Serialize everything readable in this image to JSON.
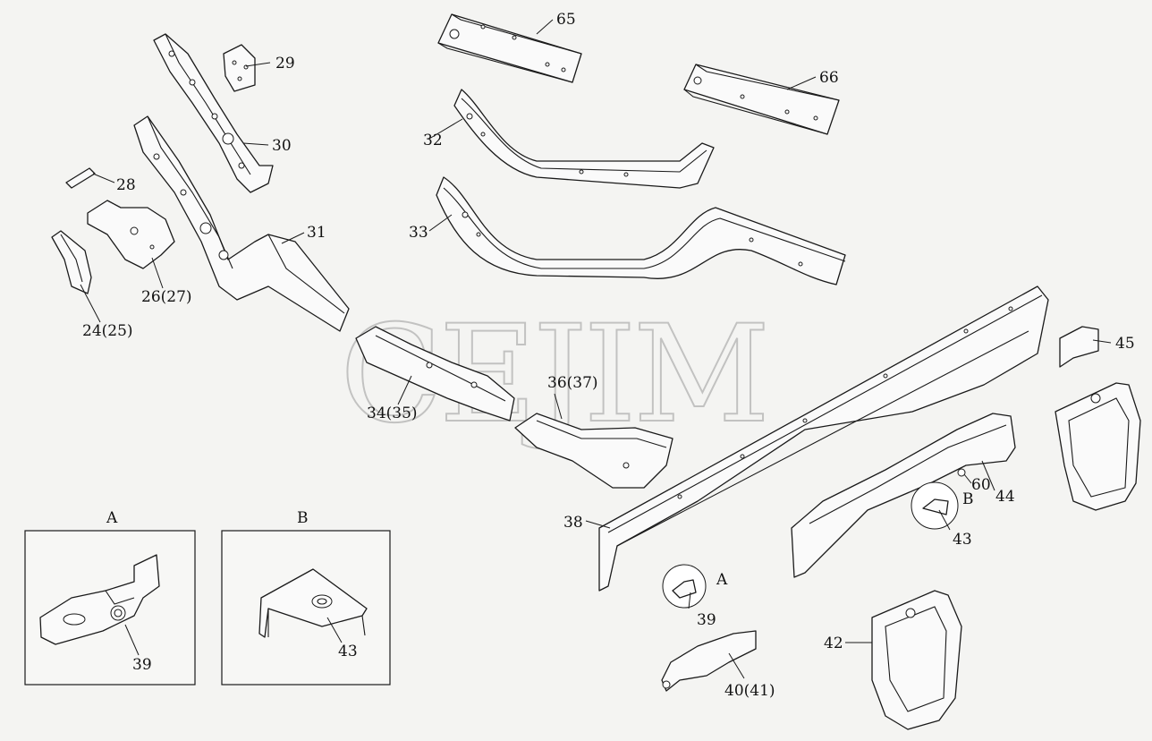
{
  "watermark": "CEJIM",
  "labels": {
    "l24": "24(25)",
    "l26": "26(27)",
    "l28": "28",
    "l29": "29",
    "l30": "30",
    "l31": "31",
    "l32": "32",
    "l33": "33",
    "l34": "34(35)",
    "l36": "36(37)",
    "l38": "38",
    "l39": "39",
    "l40": "40(41)",
    "l42": "42",
    "l43": "43",
    "l44": "44",
    "l45": "45",
    "l60": "60",
    "l65": "65",
    "l66": "66",
    "calloutA": "A",
    "calloutB": "B"
  },
  "detail_views": {
    "a": {
      "title": "A",
      "part": "39"
    },
    "b": {
      "title": "B",
      "part": "43"
    }
  }
}
